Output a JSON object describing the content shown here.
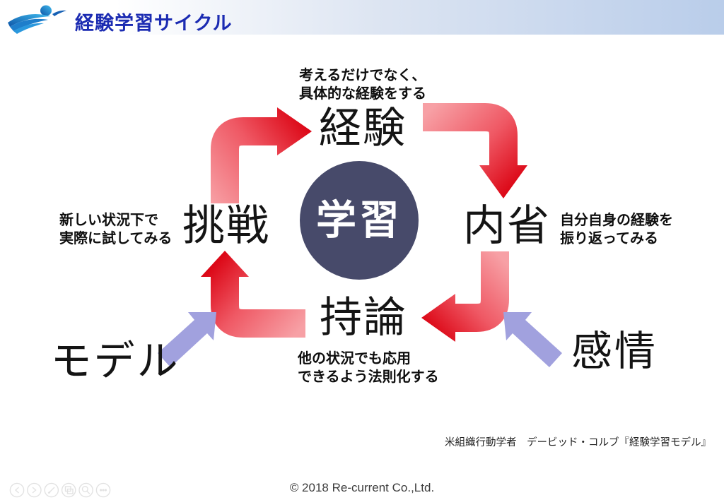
{
  "header": {
    "title": "経験学習サイクル",
    "logo_icon": "re-current-logo"
  },
  "diagram": {
    "center_label": "学習",
    "nodes": [
      {
        "id": "experience",
        "label": "経験",
        "annotation": [
          "考えるだけでなく、",
          "具体的な経験をする"
        ]
      },
      {
        "id": "reflection",
        "label": "内省",
        "annotation": [
          "自分自身の経験を",
          "振り返ってみる"
        ]
      },
      {
        "id": "theory",
        "label": "持論",
        "annotation": [
          "他の状況でも応用",
          "できるよう法則化する"
        ]
      },
      {
        "id": "challenge",
        "label": "挑戦",
        "annotation": [
          "新しい状況下で",
          "実際に試してみる"
        ]
      }
    ],
    "cycle_order": [
      "経験",
      "内省",
      "持論",
      "挑戦"
    ],
    "inputs": [
      {
        "id": "model",
        "label": "モデル",
        "arrow_icon": "up-right-arrow-icon"
      },
      {
        "id": "emotion",
        "label": "感情",
        "arrow_icon": "up-left-arrow-icon"
      }
    ]
  },
  "citation": "米組織行動学者　デービッド・コルブ『経験学習モデル』",
  "footer": {
    "copyright": "© 2018 Re-current Co.,Ltd."
  },
  "viewer_toolbar": {
    "icons": [
      "previous-arrow-icon",
      "next-arrow-icon",
      "pen-icon",
      "slides-icon",
      "zoom-icon",
      "more-ellipsis-icon"
    ]
  },
  "colors": {
    "title_blue": "#1b2bb2",
    "header_band_blue": "#b9cdea",
    "center_circle_navy": "#474a6a",
    "arrow_head_red": "#dc0817",
    "arrow_tail_pink": "#f7a0a5",
    "input_arrow_purple": "#a1a1de"
  }
}
